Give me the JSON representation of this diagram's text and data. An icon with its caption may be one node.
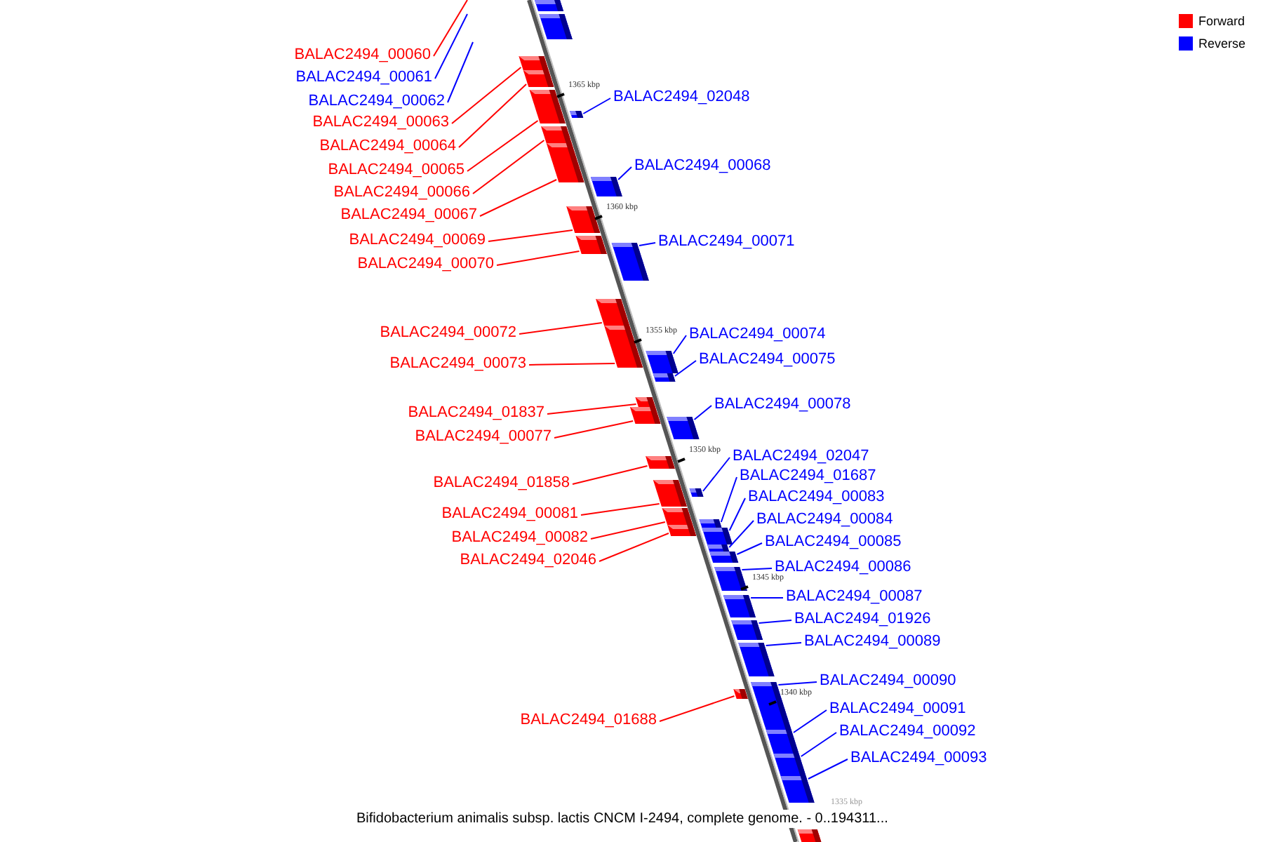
{
  "diagram": {
    "caption": "Bifidobacterium animalis subsp. lactis CNCM I-2494, complete genome. - 0..194311...",
    "nodes": [
      {
        "text": [
          "BALAC2494_00060"
        ]
      },
      {
        "text": [
          "BALAC2494_00061"
        ]
      },
      {
        "text": [
          "BALAC2494_02048"
        ]
      },
      {
        "text": [
          "BALAC2494_00062"
        ]
      },
      {
        "text": [
          "BALAC2494_00063"
        ]
      },
      {
        "text": [
          "BALAC2494_00064"
        ]
      },
      {
        "text": [
          "BALAC2494_00068"
        ]
      },
      {
        "text": [
          "BALAC2494_00065"
        ]
      },
      {
        "text": [
          "BALAC2494_00066"
        ]
      },
      {
        "text": [
          "BALAC2494_00067"
        ]
      },
      {
        "text": [
          "BALAC2494_00069"
        ]
      },
      {
        "text": [
          "BALAC2494_00071"
        ]
      },
      {
        "text": [
          "BALAC2494_00070"
        ]
      },
      {
        "text": [
          "BALAC2494_00072"
        ]
      },
      {
        "text": [
          "BALAC2494_00074"
        ]
      },
      {
        "text": [
          "BALAC2494_00075"
        ]
      },
      {
        "text": [
          "BALAC2494_00073"
        ]
      },
      {
        "text": [
          "BALAC2494_00078"
        ]
      },
      {
        "text": [
          "BALAC2494_01837"
        ]
      },
      {
        "text": [
          "BALAC2494_00077"
        ]
      },
      {
        "text": [
          "BALAC2494_02047"
        ]
      },
      {
        "text": [
          "BALAC2494_01687"
        ]
      },
      {
        "text": [
          "BALAC2494_01858"
        ]
      },
      {
        "text": [
          "BALAC2494_00083"
        ]
      },
      {
        "text": [
          "BALAC2494_00081"
        ]
      },
      {
        "text": [
          "BALAC2494_00084"
        ]
      },
      {
        "text": [
          "BALAC2494_00082"
        ]
      },
      {
        "text": [
          "BALAC2494_00085"
        ]
      },
      {
        "text": [
          "BALAC2494_02046"
        ]
      },
      {
        "text": [
          "BALAC2494_00086"
        ]
      },
      {
        "text": [
          "BALAC2494_00087"
        ]
      },
      {
        "text": [
          "BALAC2494_01926"
        ]
      },
      {
        "text": [
          "BALAC2494_00089"
        ]
      },
      {
        "text": [
          "BALAC2494_00090"
        ]
      },
      {
        "text": [
          "BALAC2494_00091"
        ]
      },
      {
        "text": [
          "BALAC2494_01688"
        ]
      },
      {
        "text": [
          "BALAC2494_00092"
        ]
      },
      {
        "text": [
          "BALAC2494_00093"
        ]
      },
      {
        "text": [],
        "shape": "bar"
      },
      {
        "text": [],
        "shape": "bar"
      },
      {
        "text": [],
        "shape": "bar"
      },
      {
        "text": [],
        "shape": "bar"
      },
      {
        "text": [],
        "shape": "bar"
      },
      {
        "text": [],
        "shape": "bar"
      },
      {
        "text": [],
        "shape": "bar"
      },
      {
        "text": [],
        "shape": "bar"
      },
      {
        "text": [],
        "shape": "bar"
      },
      {
        "text": [],
        "shape": "bar"
      },
      {
        "text": [],
        "shape": "bar"
      },
      {
        "text": [],
        "shape": "bar"
      },
      {
        "text": [],
        "shape": "bar"
      },
      {
        "text": [],
        "shape": "bar"
      },
      {
        "text": [],
        "shape": "bar"
      },
      {
        "text": [],
        "shape": "bar"
      },
      {
        "text": [],
        "shape": "bar"
      },
      {
        "text": [],
        "shape": "bar"
      },
      {
        "text": [],
        "shape": "bar"
      },
      {
        "text": [],
        "shape": "bar"
      },
      {
        "text": [],
        "shape": "bar"
      },
      {
        "text": [],
        "shape": "bar"
      },
      {
        "text": [],
        "shape": "bar"
      },
      {
        "text": [],
        "shape": "bar"
      },
      {
        "text": [],
        "shape": "bar"
      },
      {
        "text": [],
        "shape": "bar"
      },
      {
        "text": [],
        "shape": "bar"
      },
      {
        "text": [],
        "shape": "bar"
      },
      {
        "text": [],
        "shape": "bar"
      },
      {
        "text": [],
        "shape": "bar"
      },
      {
        "text": [],
        "shape": "bar"
      },
      {
        "text": [],
        "shape": "bar"
      },
      {
        "text": [],
        "shape": "bar"
      },
      {
        "text": [],
        "shape": "bar"
      },
      {
        "text": [],
        "shape": "bar"
      },
      {
        "text": [],
        "shape": "bar"
      },
      {
        "text": [],
        "shape": "bar"
      },
      {
        "text": [],
        "shape": "bar"
      }
    ],
    "edges": [
      {
        "from": 0,
        "to": null,
        "arrow": "none",
        "color": "#ff0000"
      },
      {
        "from": 1,
        "to": null,
        "arrow": "none"
      },
      {
        "from": 2,
        "to": 41,
        "arrow": "none"
      },
      {
        "from": 3,
        "to": null,
        "arrow": "none"
      },
      {
        "from": 4,
        "to": 38,
        "arrow": "none",
        "color": "#ff0000"
      },
      {
        "from": 5,
        "to": 39,
        "arrow": "none",
        "color": "#ff0000"
      },
      {
        "from": 6,
        "to": 44,
        "arrow": "none"
      },
      {
        "from": 7,
        "to": 40,
        "arrow": "none",
        "color": "#ff0000"
      },
      {
        "from": 8,
        "to": 42,
        "arrow": "none",
        "color": "#ff0000"
      },
      {
        "from": 9,
        "to": 43,
        "arrow": "none",
        "color": "#ff0000"
      },
      {
        "from": 10,
        "to": 45,
        "arrow": "none",
        "color": "#ff0000"
      },
      {
        "from": 11,
        "to": 47,
        "arrow": "none"
      },
      {
        "from": 12,
        "to": 46,
        "arrow": "none",
        "color": "#ff0000"
      },
      {
        "from": 13,
        "to": 48,
        "arrow": "none",
        "color": "#ff0000"
      },
      {
        "from": 14,
        "to": 50,
        "arrow": "none"
      },
      {
        "from": 15,
        "to": 51,
        "arrow": "none"
      },
      {
        "from": 16,
        "to": 49,
        "arrow": "none",
        "color": "#ff0000"
      },
      {
        "from": 17,
        "to": 54,
        "arrow": "none"
      },
      {
        "from": 18,
        "to": 52,
        "arrow": "none",
        "color": "#ff0000"
      },
      {
        "from": 19,
        "to": 53,
        "arrow": "none",
        "color": "#ff0000"
      },
      {
        "from": 20,
        "to": 57,
        "arrow": "none"
      },
      {
        "from": 21,
        "to": 59,
        "arrow": "none"
      },
      {
        "from": 22,
        "to": 55,
        "arrow": "none",
        "color": "#ff0000"
      },
      {
        "from": 23,
        "to": 61,
        "arrow": "none"
      },
      {
        "from": 24,
        "to": 56,
        "arrow": "none",
        "color": "#ff0000"
      },
      {
        "from": 25,
        "to": 62,
        "arrow": "none"
      },
      {
        "from": 26,
        "to": 58,
        "arrow": "none",
        "color": "#ff0000"
      },
      {
        "from": 27,
        "to": 63,
        "arrow": "none"
      },
      {
        "from": 28,
        "to": 60,
        "arrow": "none",
        "color": "#ff0000"
      },
      {
        "from": 29,
        "to": 64,
        "arrow": "none"
      },
      {
        "from": 30,
        "to": 65,
        "arrow": "none"
      },
      {
        "from": 31,
        "to": 66,
        "arrow": "none"
      },
      {
        "from": 32,
        "to": 67,
        "arrow": "none"
      },
      {
        "from": 33,
        "to": 68,
        "arrow": "none"
      },
      {
        "from": 34,
        "to": 70,
        "arrow": "none"
      },
      {
        "from": 35,
        "to": 69,
        "arrow": "none",
        "color": "#ff0000"
      },
      {
        "from": 36,
        "to": 71,
        "arrow": "none"
      },
      {
        "from": 37,
        "to": 72,
        "arrow": "none"
      }
    ],
    "labels": [
      "1365 kbp",
      "1360 kbp",
      "1355 kbp",
      "1350 kbp",
      "1345 kbp",
      "1340 kbp",
      "1335 kbp"
    ],
    "legend": [
      {
        "text": "Forward",
        "color": "#ff0000"
      },
      {
        "text": "Reverse",
        "color": "#0000ff"
      }
    ]
  }
}
